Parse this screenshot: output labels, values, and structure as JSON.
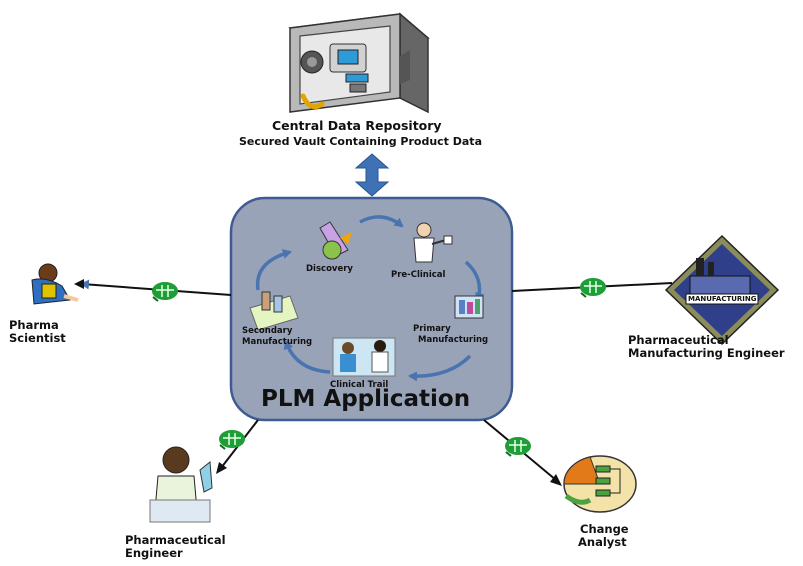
{
  "repository": {
    "title": "Central Data Repository",
    "subtitle": "Secured Vault Containing  Product Data"
  },
  "plm": {
    "title": "PLM Application",
    "stages": {
      "discovery": "Discovery",
      "preclinical": "Pre-Clinical",
      "primary_line1": "Primary",
      "primary_line2": "Manufacturing",
      "clinical": "Clinical Trail",
      "secondary_line1": "Secondary",
      "secondary_line2": "Manufacturing"
    }
  },
  "actors": {
    "pharma_scientist": {
      "line1": "Pharma",
      "line2": "Scientist"
    },
    "manufacturing_engineer": {
      "line1": "Pharmaceutical",
      "line2": "Manufacturing Engineer",
      "badge": "MANUFACTURING"
    },
    "pharmaceutical_engineer": {
      "line1": "Pharmaceutical",
      "line2": "Engineer"
    },
    "change_analyst": {
      "line1": "Change",
      "line2": "Analyst"
    }
  },
  "colors": {
    "plm_box_fill": "#99A3B8",
    "plm_box_border": "#3F5C92",
    "cycle_arrow": "#4A74B0",
    "double_arrow": "#3F72B5",
    "link_icon": "#1E9E36"
  }
}
